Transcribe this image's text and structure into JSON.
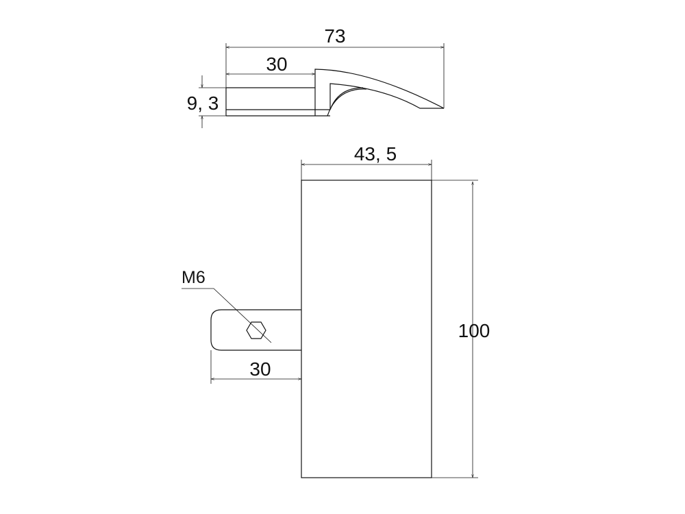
{
  "drawing": {
    "top_view": {
      "overall_length": "73",
      "base_length": "30",
      "thickness": "9, 3"
    },
    "front_view": {
      "width": "43, 5",
      "height": "100",
      "thread_label": "M6",
      "tab_length": "30"
    },
    "line_color": "#111111"
  }
}
